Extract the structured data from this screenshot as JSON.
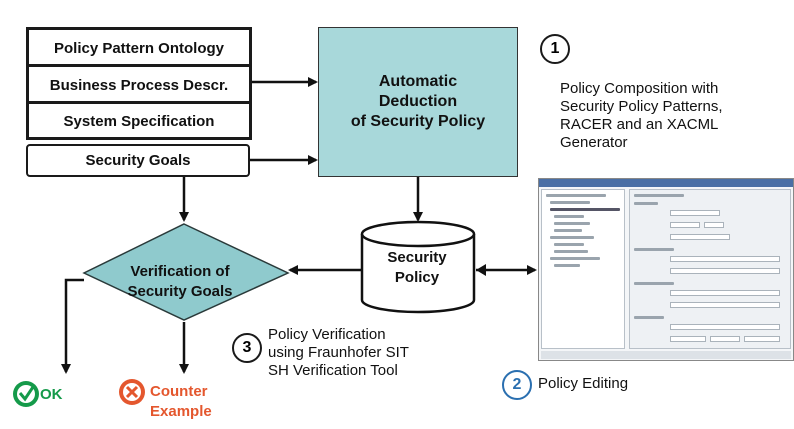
{
  "inputs": {
    "policy_pattern": "Policy Pattern Ontology",
    "business_process": "Business Process Descr.",
    "system_spec": "System Specification",
    "security_goals": "Security Goals"
  },
  "deduction": {
    "line1": "Automatic",
    "line2": "Deduction",
    "line3": "of Security Policy"
  },
  "step1": {
    "number": "1",
    "line1": "Policy Composition with",
    "line2": "Security Policy Patterns,",
    "line3": "RACER and an XACML",
    "line4": "Generator"
  },
  "security_policy": {
    "line1": "Security",
    "line2": "Policy"
  },
  "verification": {
    "line1": "Verification of",
    "line2": "Security Goals"
  },
  "step2": {
    "number": "2",
    "label": "Policy Editing"
  },
  "step3": {
    "number": "3",
    "line1": "Policy Verification",
    "line2": "using Fraunhofer SIT",
    "line3": "SH Verification Tool"
  },
  "outcomes": {
    "ok": "OK",
    "counter_line1": "Counter",
    "counter_line2": "Example"
  },
  "colors": {
    "deduction_fill": "#a8d8da",
    "diamond_fill": "#8fcacd",
    "ok": "#159a4a",
    "counter": "#e4572e"
  }
}
